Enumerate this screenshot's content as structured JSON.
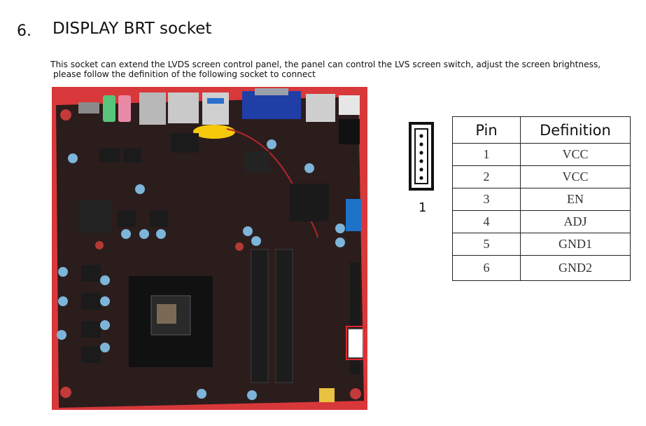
{
  "section": {
    "number": "6.",
    "title": "DISPLAY BRT socket"
  },
  "description": {
    "line1": "This socket can extend the LVDS screen control panel, the panel can control the LVS screen switch, adjust the screen brightness,",
    "line2": "please follow the definition of the following socket to connect"
  },
  "connector": {
    "pin1_label": "1"
  },
  "pin_table": {
    "headers": [
      "Pin",
      "Definition"
    ],
    "rows": [
      {
        "pin": "1",
        "definition": "VCC"
      },
      {
        "pin": "2",
        "definition": "VCC"
      },
      {
        "pin": "3",
        "definition": "EN"
      },
      {
        "pin": "4",
        "definition": "ADJ"
      },
      {
        "pin": "5",
        "definition": "GND1"
      },
      {
        "pin": "6",
        "definition": "GND2"
      }
    ]
  },
  "colors": {
    "highlight": "#e3282d",
    "pcb": "#2b1d1c",
    "vga_port": "#1f3fa6",
    "sata_port": "#1e73c8",
    "audio_green": "#58c47a",
    "audio_pink": "#e88aa6",
    "usb_blue": "#2a6fd0",
    "cpu_socket": "#111111"
  }
}
